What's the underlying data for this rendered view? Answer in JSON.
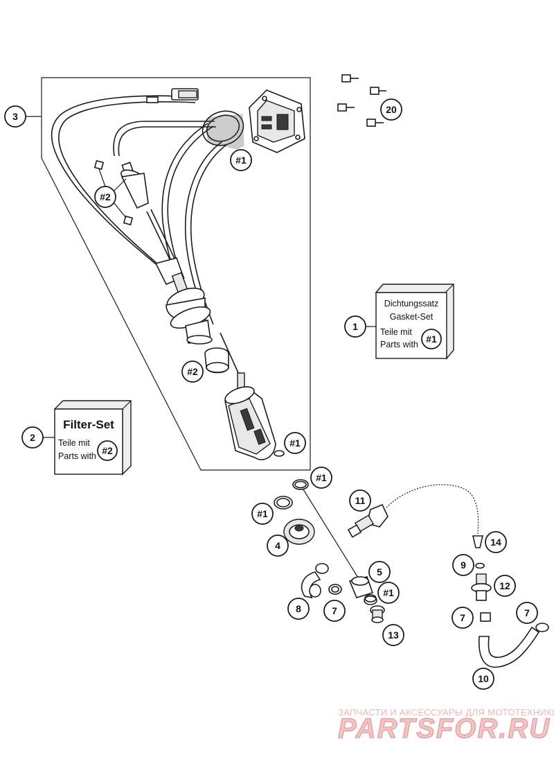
{
  "callouts": {
    "c1": "1",
    "c2": "2",
    "c3": "3",
    "c4": "4",
    "c5": "5",
    "c7a": "7",
    "c7b": "7",
    "c7c": "7",
    "c8": "8",
    "c9": "9",
    "c10": "10",
    "c11": "11",
    "c12": "12",
    "c13": "13",
    "c14": "14",
    "c20": "20"
  },
  "set_markers": {
    "m1a": "#1",
    "m1b": "#1",
    "m1c": "#1",
    "m1d": "#1",
    "m1e": "#1",
    "m2a": "#2",
    "m2b": "#2"
  },
  "gasket_box": {
    "title_de": "Dichtungssatz",
    "title_en": "Gasket-Set",
    "parts_de": "Teile mit",
    "parts_en": "Parts with",
    "marker": "#1"
  },
  "filter_box": {
    "title": "Filter-Set",
    "parts_de": "Teile mit",
    "parts_en": "Parts with",
    "marker": "#2"
  },
  "watermark": {
    "tagline": "ЗАПЧАСТИ И АКСЕССУАРЫ ДЛЯ МОТОТЕХНИКИ",
    "brand": "PARTSFOR.RU"
  }
}
